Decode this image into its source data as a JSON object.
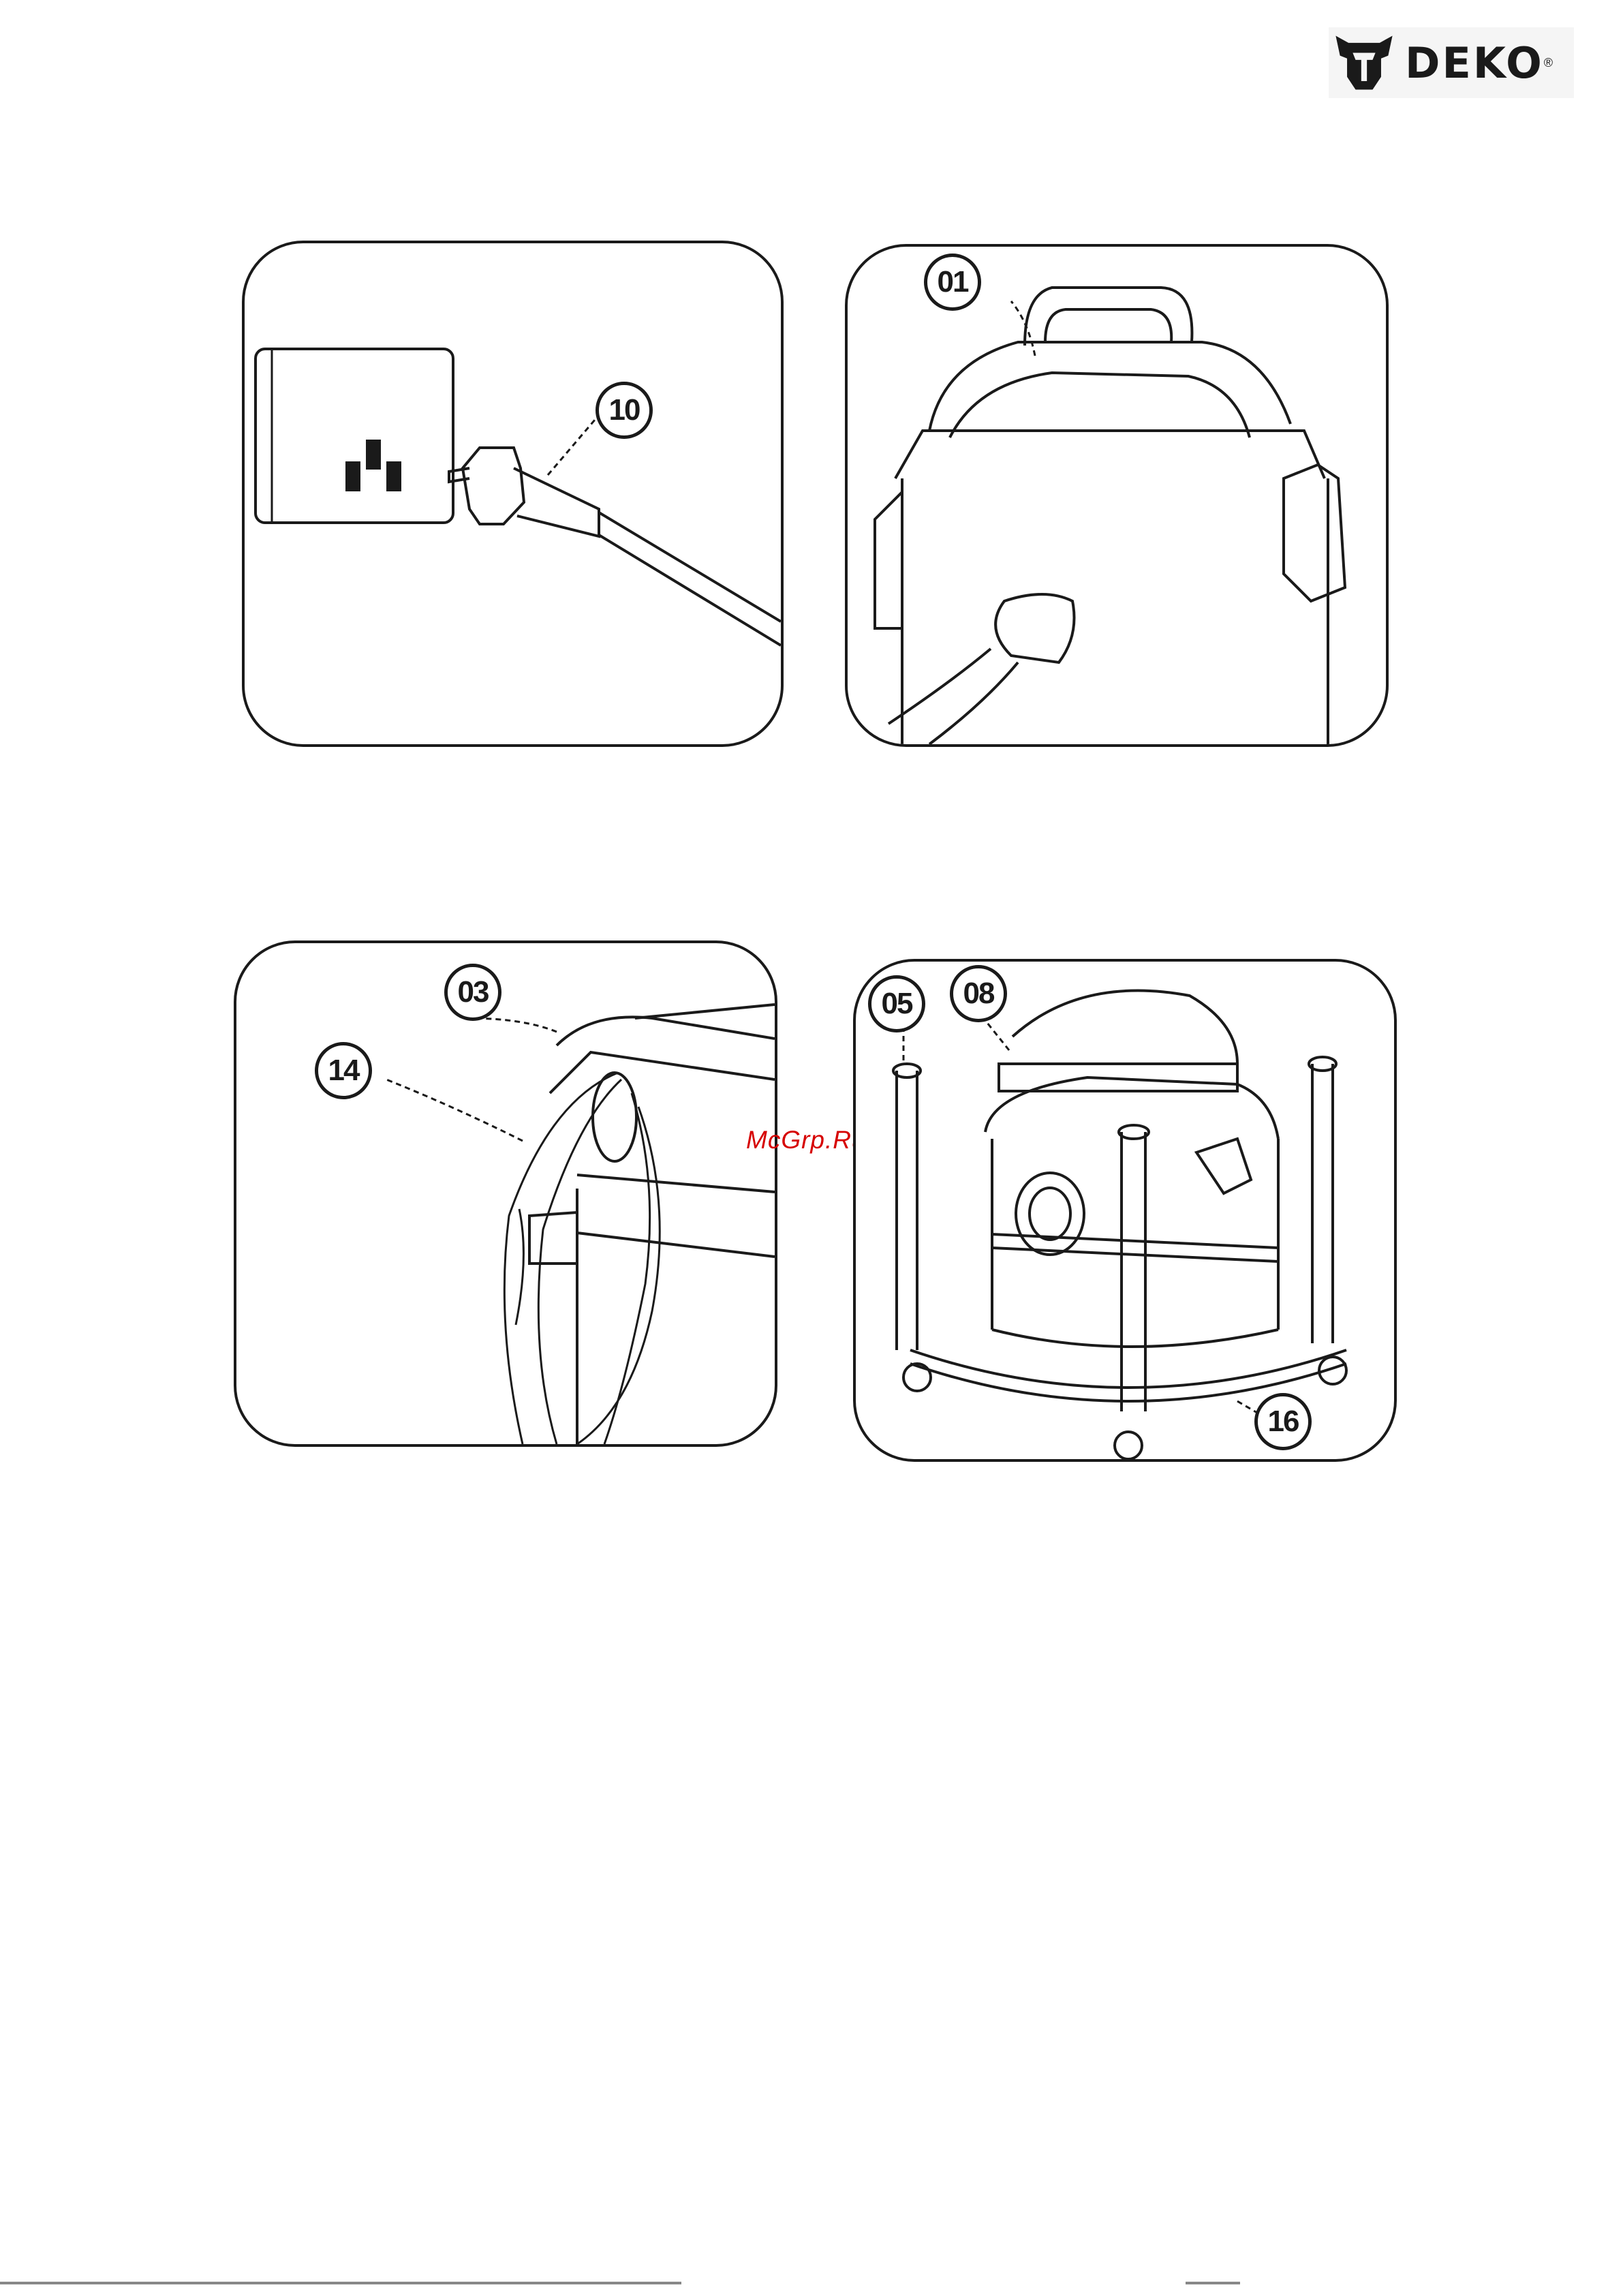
{
  "header": {
    "brand_name": "DEKO",
    "brand_mark": "®"
  },
  "watermark": {
    "text": "McGrp.Ru",
    "color": "#d60000"
  },
  "figures": [
    {
      "id": "fig-1",
      "callouts": [
        "10"
      ]
    },
    {
      "id": "fig-2",
      "callouts": [
        "01"
      ]
    },
    {
      "id": "fig-3",
      "callouts": [
        "03",
        "14"
      ]
    },
    {
      "id": "fig-4",
      "callouts": [
        "05",
        "08",
        "16"
      ]
    }
  ],
  "icons": {
    "logo": "bull-head-icon"
  }
}
